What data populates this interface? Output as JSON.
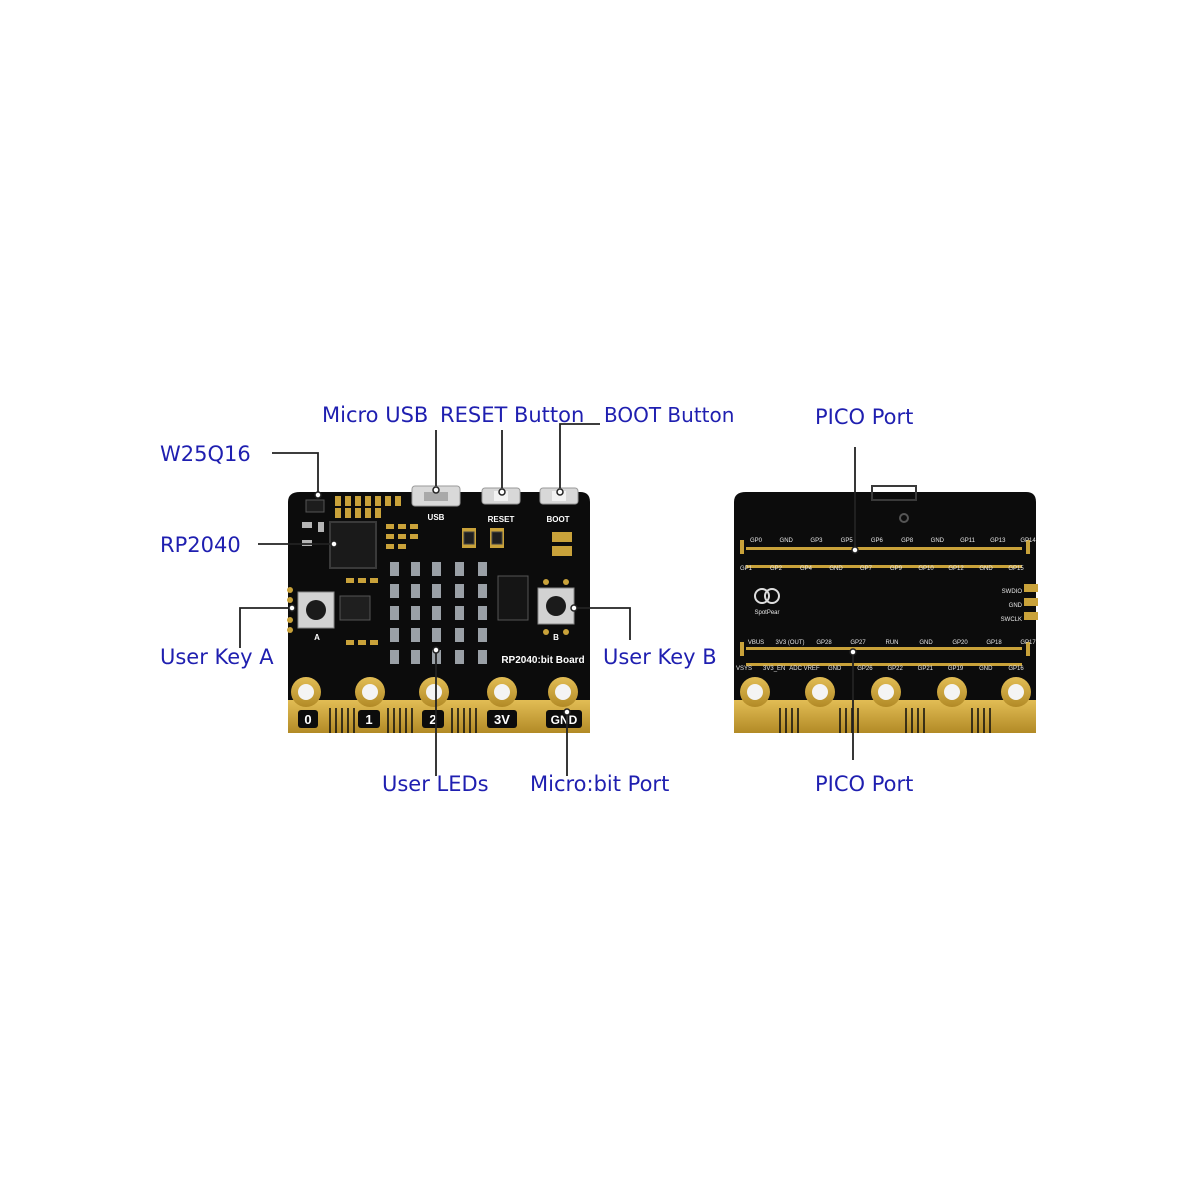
{
  "callouts": {
    "micro_usb": "Micro USB",
    "reset_button": "RESET Button",
    "boot_button": "BOOT Button",
    "w25q16": "W25Q16",
    "rp2040": "RP2040",
    "user_key_a": "User Key A",
    "user_key_b": "User Key B",
    "user_leds": "User LEDs",
    "microbit_port": "Micro:bit Port",
    "pico_port_top": "PICO Port",
    "pico_port_bottom": "PICO Port"
  },
  "front_board": {
    "usb_label": "USB",
    "reset_label": "RESET",
    "boot_label": "BOOT",
    "key_a_label": "A",
    "key_b_label": "B",
    "board_name": "RP2040:bit Board",
    "edge_pads": [
      "0",
      "1",
      "2",
      "3V",
      "GND"
    ]
  },
  "back_board": {
    "top_row_1": [
      "GP0",
      "GND",
      "GP3",
      "GP5",
      "GP6",
      "GP8",
      "GND",
      "GP11",
      "GP13",
      "GP14"
    ],
    "top_row_2": [
      "GP1",
      "GP2",
      "GP4",
      "GND",
      "GP7",
      "GP9",
      "GP10",
      "GP12",
      "GND",
      "GP15"
    ],
    "bottom_row_1": [
      "VBUS",
      "3V3 (OUT)",
      "GP28",
      "GP27",
      "RUN",
      "GND",
      "GP20",
      "GP18",
      "GP17"
    ],
    "bottom_row_2": [
      "VSYS",
      "3V3_EN",
      "ADC VREF",
      "GND",
      "GP26",
      "GP22",
      "GP21",
      "GP19",
      "GND",
      "GP16"
    ],
    "swd_labels": [
      "SWDIO",
      "GND",
      "SWCLK"
    ],
    "logo_text": "SpotPear"
  },
  "colors": {
    "callout_text": "#1f1fb0",
    "pcb": "#0c0c0c",
    "gold": "#c9a23a",
    "leader": "#222222"
  }
}
